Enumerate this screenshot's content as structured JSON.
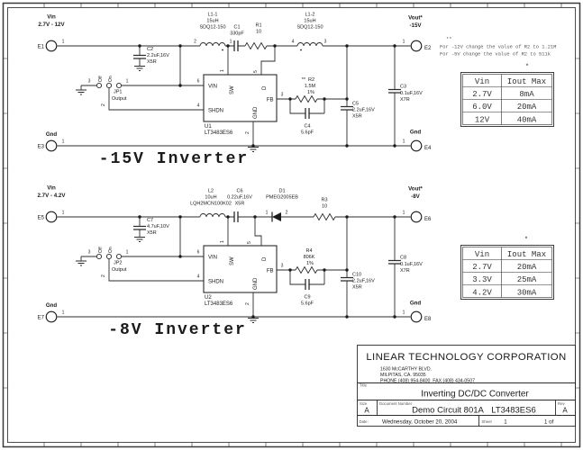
{
  "misc": {
    "p1": "1",
    "p2": "2",
    "p3": "3",
    "p4": "4",
    "p5": "5",
    "p6": "6"
  },
  "circuit1": {
    "title": "-15V Inverter",
    "vin_name": "Vin",
    "vin_range": "2.7V - 12V",
    "vout_name": "Vout*",
    "vout_value": "-15V",
    "gnd_left": "Gnd",
    "gnd_right": "Gnd",
    "e_in": "E1",
    "e_out": "E2",
    "e_gnd_left": "E3",
    "e_gnd_right": "E4",
    "cin": {
      "ref": "C2",
      "val": "2.2uF,16V",
      "type": "X5R"
    },
    "l_in": {
      "ref": "L1-1",
      "val": "15uH",
      "part": "SDQ12-150"
    },
    "l_out": {
      "ref": "L1-2",
      "val": "15uH",
      "part": "SDQ12-150"
    },
    "c_couple": {
      "ref": "C1",
      "val": "330pF"
    },
    "r_damp": {
      "ref": "R1",
      "val": "10"
    },
    "ic": {
      "ref": "U1",
      "part": "LT3483ES6",
      "pin_vin": "VIN",
      "pin_shdn": "SHDN",
      "pin_sw": "SW",
      "pin_d": "D",
      "pin_gnd": "GND",
      "pin_fb": "FB"
    },
    "jp": {
      "ref": "JP1",
      "label": "Output",
      "off": "Off",
      "on": "On"
    },
    "r_fb": {
      "marker": "**",
      "ref": "R2",
      "val": "1.5M",
      "tol": "1%"
    },
    "c_fb": {
      "ref": "C4",
      "val": "5.6pF"
    },
    "c_out_a": {
      "ref": "C5",
      "val": "2.2uF,16V",
      "type": "X5R"
    },
    "c_out_b": {
      "ref": "C3",
      "val": "0.1uF,16V",
      "type": "X7R"
    }
  },
  "circuit2": {
    "title": "-8V Inverter",
    "vin_name": "Vin",
    "vin_range": "2.7V - 4.2V",
    "vout_name": "Vout*",
    "vout_value": "-8V",
    "gnd_left": "Gnd",
    "gnd_right": "Gnd",
    "e_in": "E5",
    "e_out": "E6",
    "e_gnd_left": "E7",
    "e_gnd_right": "E8",
    "cin": {
      "ref": "C7",
      "val": "4.7uF,10V",
      "type": "X5R"
    },
    "l_in": {
      "ref": "L2",
      "val": "10uH",
      "part": "LQH2MCN100K02"
    },
    "c_couple": {
      "ref": "C6",
      "val": "0.22uF,16V",
      "type": "X5R"
    },
    "diode": {
      "ref": "D1",
      "part": "PMEG2005EB"
    },
    "r_damp": {
      "ref": "R3",
      "val": "10"
    },
    "ic": {
      "ref": "U2",
      "part": "LT3483ES6",
      "pin_vin": "VIN",
      "pin_shdn": "SHDN",
      "pin_sw": "SW",
      "pin_d": "D",
      "pin_gnd": "GND",
      "pin_fb": "FB"
    },
    "jp": {
      "ref": "JP2",
      "label": "Output",
      "off": "Off",
      "on": "On"
    },
    "r_fb": {
      "ref": "R4",
      "val": "806K",
      "tol": "1%"
    },
    "c_fb": {
      "ref": "C9",
      "val": "5.6pF"
    },
    "c_out_a": {
      "ref": "C10",
      "val": "2.2uF,16V",
      "type": "X5R"
    },
    "c_out_b": {
      "ref": "C8",
      "val": "0.1uF,16V",
      "type": "X7R"
    }
  },
  "notes": {
    "marker": "**",
    "line1": "For -12V change the value of R2 to 1.21M",
    "line2": "For -5V change the value of R2 to 511k"
  },
  "tables": [
    {
      "star": "*",
      "h1": "Vin",
      "h2": "Iout Max",
      "rows": [
        [
          "2.7V",
          "8mA"
        ],
        [
          "6.0V",
          "20mA"
        ],
        [
          "12V",
          "40mA"
        ]
      ]
    },
    {
      "star": "*",
      "h1": "Vin",
      "h2": "Iout Max",
      "rows": [
        [
          "2.7V",
          "20mA"
        ],
        [
          "3.3V",
          "25mA"
        ],
        [
          "4.2V",
          "30mA"
        ]
      ]
    }
  ],
  "titleblock": {
    "company": "LINEAR TECHNOLOGY CORPORATION",
    "addr1": "1630 McCARTHY BLVD.",
    "addr2": "MILPITAS, CA. 95035",
    "addr3": "PHONE (408) 954-8400  FAX (408) 434-0507",
    "title_label": "Title",
    "title": "Inverting DC/DC Converter",
    "size_label": "Size",
    "size": "A",
    "doc_label": "Document Number",
    "doc_number": "Demo Circuit 801A",
    "doc_part": "LT3483ES6",
    "rev_label": "Rev",
    "rev": "A",
    "date_label": "Date:",
    "date": "Wednesday, October 20, 2004",
    "sheet_label": "Sheet",
    "sheet": "1",
    "sheet_of": "1 of"
  }
}
